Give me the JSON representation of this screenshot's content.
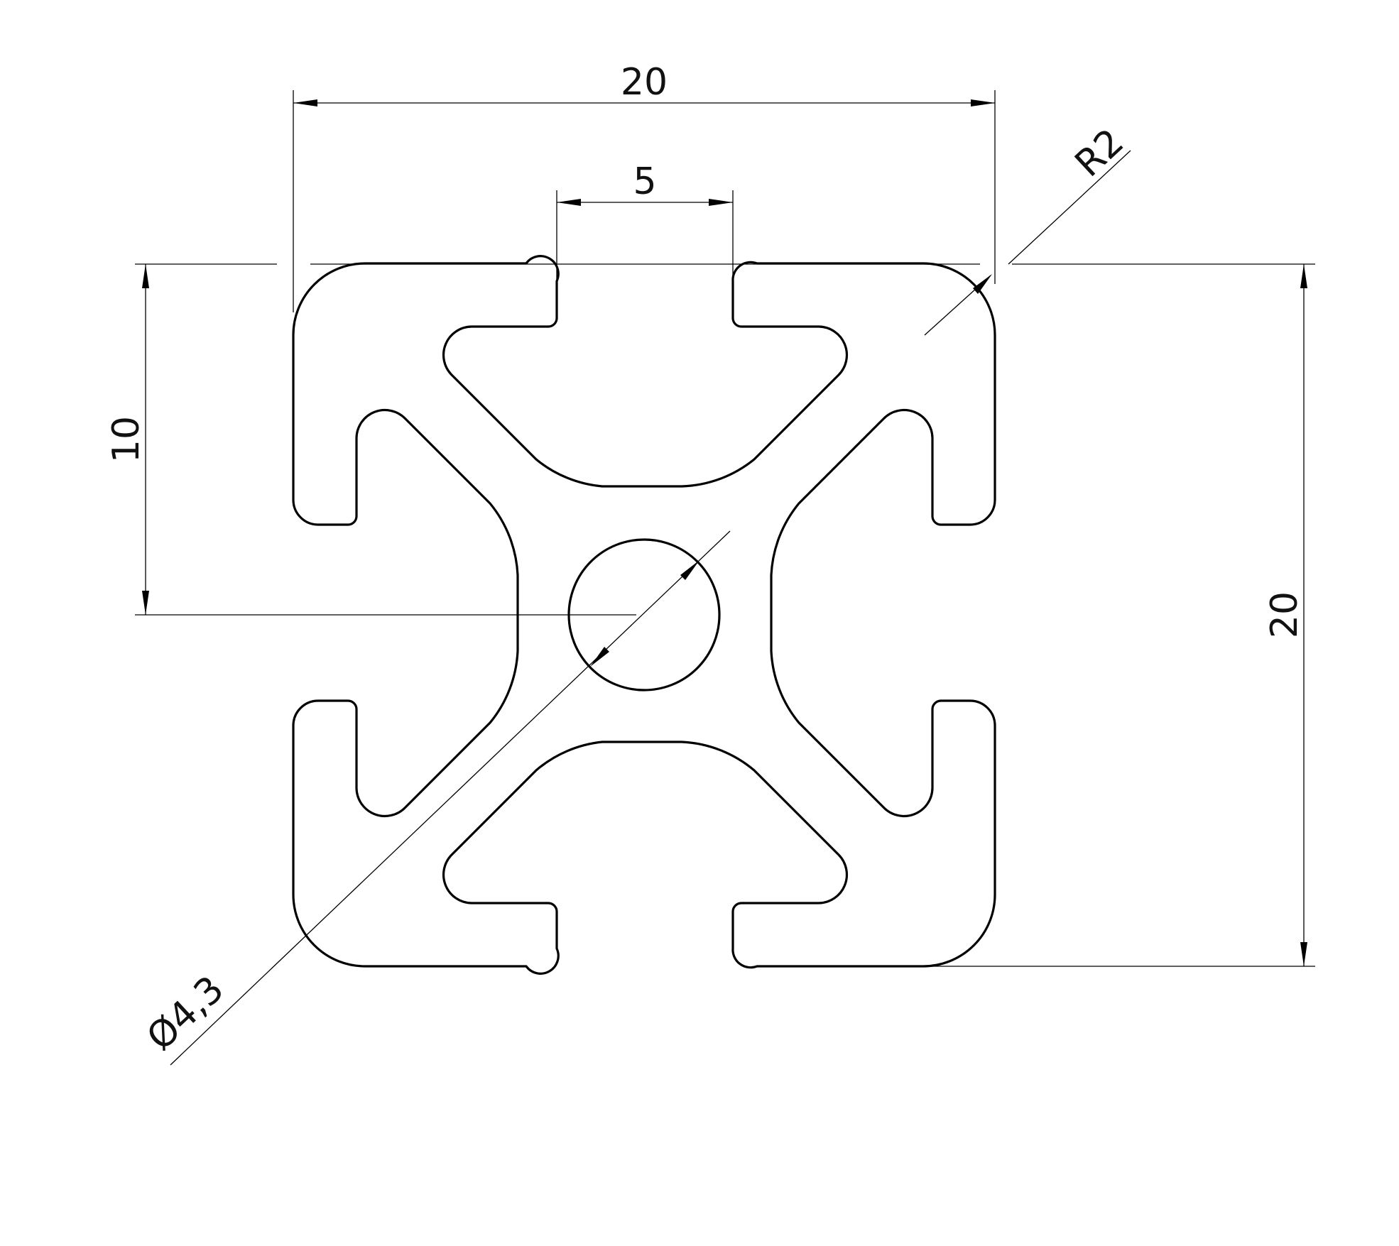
{
  "drawing": {
    "title": "",
    "line_color": "#000000",
    "background": "#ffffff"
  },
  "dimensions": {
    "width_overall": "20",
    "slot_width": "5",
    "corner_radius": "R2",
    "half_height": "10",
    "height_overall": "20",
    "bore_diameter": "Ø4,3"
  }
}
